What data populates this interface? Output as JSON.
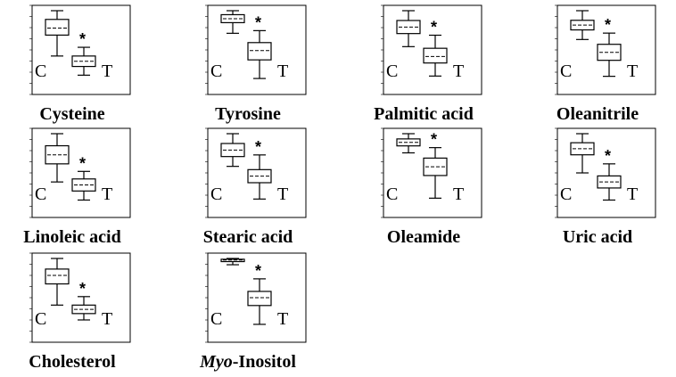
{
  "chart_data": [
    {
      "type": "box",
      "title": "Cysteine",
      "groups": [
        "C",
        "T"
      ],
      "significance": "*",
      "series": [
        {
          "name": "C",
          "min": 0.74,
          "q1": 0.86,
          "median": 0.9,
          "q3": 0.95,
          "max": 1.0
        },
        {
          "name": "T",
          "min": 0.63,
          "q1": 0.68,
          "median": 0.71,
          "q3": 0.74,
          "max": 0.79
        }
      ]
    },
    {
      "type": "box",
      "title": "Tyrosine",
      "groups": [
        "C",
        "T"
      ],
      "significance": "*",
      "series": [
        {
          "name": "C",
          "min": 0.83,
          "q1": 0.91,
          "median": 0.94,
          "q3": 0.97,
          "max": 1.0
        },
        {
          "name": "T",
          "min": 0.49,
          "q1": 0.63,
          "median": 0.7,
          "q3": 0.76,
          "max": 0.85
        }
      ]
    },
    {
      "type": "box",
      "title": "Palmitic acid",
      "groups": [
        "C",
        "T"
      ],
      "significance": "*",
      "series": [
        {
          "name": "C",
          "min": 0.78,
          "q1": 0.86,
          "median": 0.9,
          "q3": 0.94,
          "max": 1.0
        },
        {
          "name": "T",
          "min": 0.6,
          "q1": 0.68,
          "median": 0.72,
          "q3": 0.77,
          "max": 0.85
        }
      ]
    },
    {
      "type": "box",
      "title": "Oleanitrile",
      "groups": [
        "C",
        "T"
      ],
      "significance": "*",
      "series": [
        {
          "name": "C",
          "min": 0.82,
          "q1": 0.88,
          "median": 0.91,
          "q3": 0.94,
          "max": 1.0
        },
        {
          "name": "T",
          "min": 0.59,
          "q1": 0.69,
          "median": 0.74,
          "q3": 0.79,
          "max": 0.86
        }
      ]
    },
    {
      "type": "box",
      "title": "Linoleic acid",
      "groups": [
        "C",
        "T"
      ],
      "significance": "*",
      "series": [
        {
          "name": "C",
          "min": 0.68,
          "q1": 0.8,
          "median": 0.86,
          "q3": 0.92,
          "max": 1.0
        },
        {
          "name": "T",
          "min": 0.56,
          "q1": 0.62,
          "median": 0.66,
          "q3": 0.7,
          "max": 0.75
        }
      ]
    },
    {
      "type": "box",
      "title": "Stearic acid",
      "groups": [
        "C",
        "T"
      ],
      "significance": "*",
      "series": [
        {
          "name": "C",
          "min": 0.8,
          "q1": 0.86,
          "median": 0.9,
          "q3": 0.94,
          "max": 1.0
        },
        {
          "name": "T",
          "min": 0.6,
          "q1": 0.7,
          "median": 0.74,
          "q3": 0.78,
          "max": 0.87
        }
      ]
    },
    {
      "type": "box",
      "title": "Oleamide",
      "groups": [
        "C",
        "T"
      ],
      "significance": "*",
      "series": [
        {
          "name": "C",
          "min": 0.89,
          "q1": 0.93,
          "median": 0.95,
          "q3": 0.97,
          "max": 1.0
        },
        {
          "name": "T",
          "min": 0.63,
          "q1": 0.76,
          "median": 0.81,
          "q3": 0.86,
          "max": 0.92
        }
      ]
    },
    {
      "type": "box",
      "title": "Uric acid",
      "groups": [
        "C",
        "T"
      ],
      "significance": "*",
      "series": [
        {
          "name": "C",
          "min": 0.74,
          "q1": 0.86,
          "median": 0.9,
          "q3": 0.94,
          "max": 1.0
        },
        {
          "name": "T",
          "min": 0.56,
          "q1": 0.64,
          "median": 0.68,
          "q3": 0.72,
          "max": 0.8
        }
      ]
    },
    {
      "type": "box",
      "title": "Cholesterol",
      "groups": [
        "C",
        "T"
      ],
      "significance": "*",
      "series": [
        {
          "name": "C",
          "min": 0.78,
          "q1": 0.88,
          "median": 0.92,
          "q3": 0.95,
          "max": 1.0
        },
        {
          "name": "T",
          "min": 0.71,
          "q1": 0.74,
          "median": 0.76,
          "q3": 0.78,
          "max": 0.82
        }
      ]
    },
    {
      "type": "box",
      "title": "Myo-Inositol",
      "title_italic_prefix": "Myo",
      "title_suffix": "-Inositol",
      "groups": [
        "C",
        "T"
      ],
      "significance": "*",
      "series": [
        {
          "name": "C",
          "min": 0.96,
          "q1": 0.98,
          "median": 0.99,
          "q3": 0.995,
          "max": 1.0
        },
        {
          "name": "T",
          "min": 0.58,
          "q1": 0.7,
          "median": 0.75,
          "q3": 0.79,
          "max": 0.87
        }
      ]
    }
  ]
}
